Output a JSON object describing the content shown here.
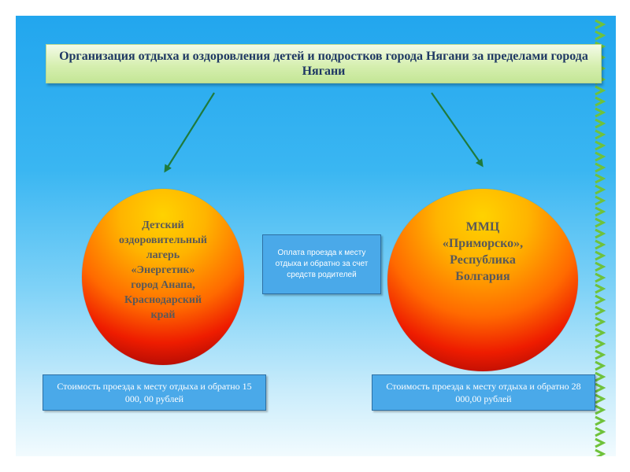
{
  "title": "Организация отдыха и оздоровления детей и подростков города Нягани за пределами города Нягани",
  "left_circle": {
    "line1": "Детский",
    "line2": "оздоровительный",
    "line3": "лагерь",
    "line4": "«Энергетик»",
    "line5": "город Анапа,",
    "line6": "Краснодарский",
    "line7": "край"
  },
  "right_circle": {
    "line1": "ММЦ",
    "line2": "«Приморско»,",
    "line3": "Республика",
    "line4": "Болгария"
  },
  "middle_box": "Оплата проезда к месту отдыха и обратно за счет средств родителей",
  "cost_left": "Стоимость проезда к месту отдыха и обратно 15 000, 00 рублей",
  "cost_right": "Стоимость проезда к месту отдыха и обратно  28 000,00 рублей",
  "colors": {
    "title_text": "#1f3864",
    "box_fill": "#4aa9e9",
    "arrow": "#1f7a3c",
    "chevron": "#6fc23a"
  }
}
